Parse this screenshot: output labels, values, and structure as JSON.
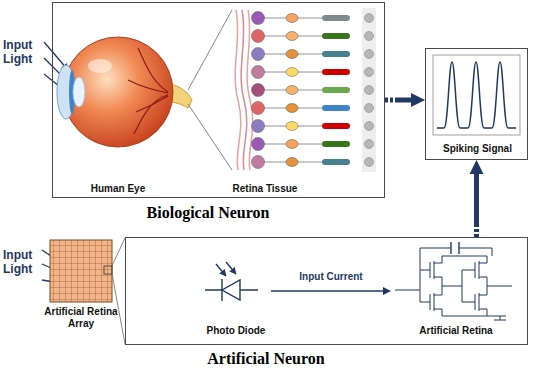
{
  "diagram": {
    "nodes": [
      {
        "text": [
          "Human Eye",
          "Retina Tissue",
          "Biological Neuron"
        ]
      },
      {
        "text": [
          "Spiking Signal"
        ]
      },
      {
        "text": [
          "Artificial Retina Array"
        ]
      },
      {
        "text": [
          "Artificial Neuron"
        ]
      },
      {
        "text": [
          "Photo Diode"
        ],
        "in": 3
      },
      {
        "text": [
          "Artificial Retina"
        ],
        "in": 3
      }
    ],
    "edges": [
      {
        "from": 0,
        "to": 1,
        "arrow": "to"
      },
      {
        "from": 3,
        "to": 1,
        "arrow": "to"
      },
      {
        "from": 4,
        "to": 5,
        "label": "Input Current",
        "arrow": "to"
      }
    ],
    "labels": [
      "Input Light",
      "Input Light"
    ]
  }
}
